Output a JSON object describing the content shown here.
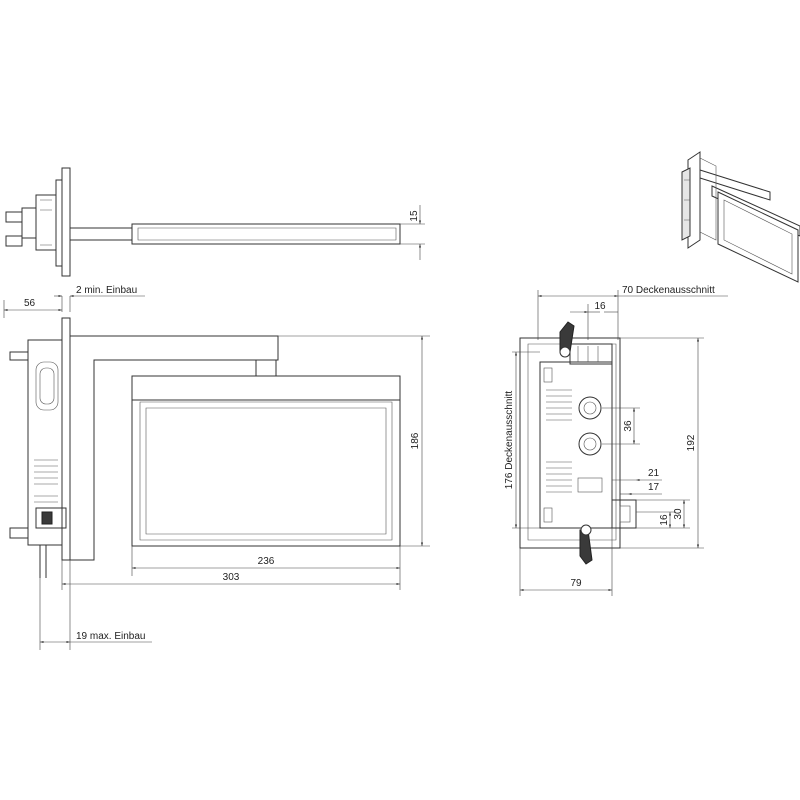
{
  "labels": {
    "min_install": "2 min. Einbau",
    "max_install": "19 max. Einbau",
    "ceiling_cutout_width": "70 Deckenausschnitt",
    "ceiling_cutout_length": "176 Deckenausschnitt"
  },
  "dims": {
    "d15": "15",
    "d56": "56",
    "d186": "186",
    "d236": "236",
    "d303": "303",
    "d16a": "16",
    "d36": "36",
    "d192": "192",
    "d21": "21",
    "d17": "17",
    "d16b": "16",
    "d30": "30",
    "d79": "79"
  }
}
